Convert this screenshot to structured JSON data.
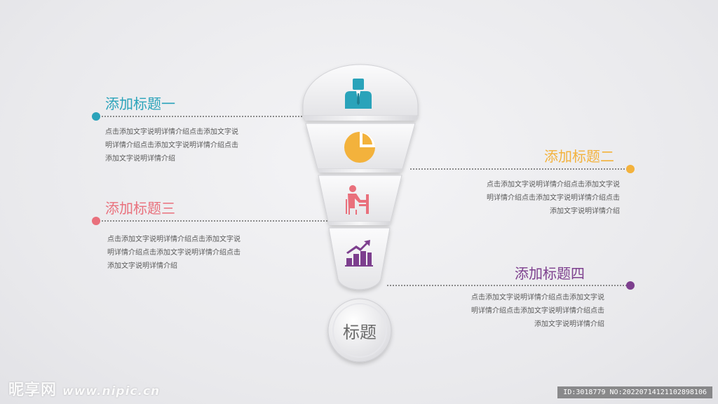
{
  "items": [
    {
      "title": "添加标题一",
      "color": "#2aa3ba",
      "desc": [
        "点击添加文字说明详情介绍点击添加文字说",
        "明详情介绍点击添加文字说明详情介绍点击",
        "添加文字说明详情介绍"
      ],
      "icon": "businessman-icon"
    },
    {
      "title": "添加标题二",
      "color": "#f3b23c",
      "desc": [
        "点击添加文字说明详情介绍点击添加文字说",
        "明详情介绍点击添加文字说明详情介绍点击",
        "添加文字说明详情介绍"
      ],
      "icon": "pie-chart-icon"
    },
    {
      "title": "添加标题三",
      "color": "#e9707c",
      "desc": [
        "点击添加文字说明详情介绍点击添加文字说",
        "明详情介绍点击添加文字说明详情介绍点击",
        "添加文字说明详情介绍"
      ],
      "icon": "person-at-desk-icon"
    },
    {
      "title": "添加标题四",
      "color": "#7d3f8e",
      "desc": [
        "点击添加文字说明详情介绍点击添加文字说",
        "明详情介绍点击添加文字说明详情介绍点击",
        "添加文字说明详情介绍"
      ],
      "icon": "growth-bar-chart-icon"
    }
  ],
  "center_label": "标题",
  "watermark": {
    "logo": "昵享网",
    "url": "www.nipic.cn",
    "id_text": "ID:3018779 NO:20220714121102898106"
  }
}
